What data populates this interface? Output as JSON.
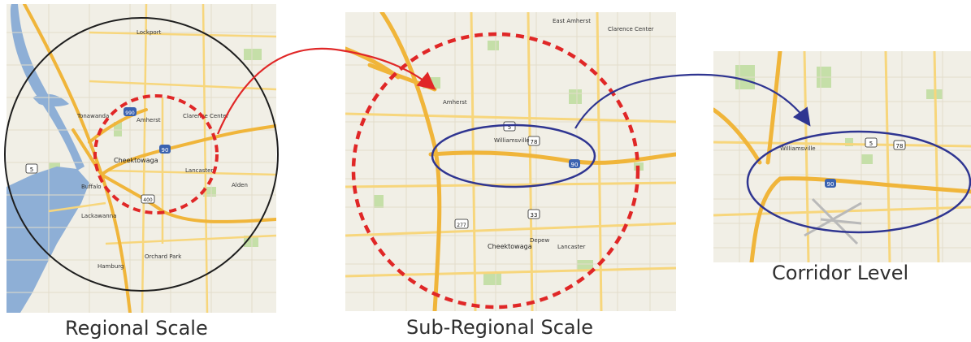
{
  "captions": {
    "regional": "Regional Scale",
    "subregional": "Sub-Regional Scale",
    "corridor": "Corridor Level"
  },
  "map_labels": {
    "regional": {
      "city_main": "Cheektowaga",
      "city_lancaster": "Lancaster",
      "city_amherst": "Amherst",
      "city_tonawanda": "Tonawanda",
      "city_lockport": "Lockport",
      "city_buffalo": "Buffalo",
      "city_orchard": "Orchard Park",
      "city_hamburg": "Hamburg",
      "city_alden": "Alden",
      "city_clarence": "Clarence Center",
      "city_lackawanna": "Lackawanna",
      "shield_90": "90",
      "shield_5": "5",
      "shield_990": "990",
      "shield_400": "400"
    },
    "subregional": {
      "city_main": "Cheektowaga",
      "city_lancaster": "Lancaster",
      "city_depew": "Depew",
      "city_clarence": "Clarence Center",
      "city_east_amherst": "East Amherst",
      "city_amherst": "Amherst",
      "city_williamsville": "Williamsville",
      "shield_90": "90",
      "shield_5": "5",
      "shield_78": "78",
      "shield_277": "277",
      "shield_33": "33"
    },
    "corridor": {
      "city_williamsville": "Williamsville",
      "shield_90": "90",
      "shield_5": "5",
      "shield_78": "78"
    }
  },
  "colors": {
    "water": "#8eafd6",
    "land": "#f1efe6",
    "highway": "#f0b53a",
    "major_road": "#f7d67c",
    "park": "#c5dfa8",
    "black_circle": "#1e1e1e",
    "red_dashed": "#e02727",
    "blue_ellipse": "#2f3591",
    "red_arrow": "#e02727",
    "blue_arrow": "#2f3591"
  }
}
